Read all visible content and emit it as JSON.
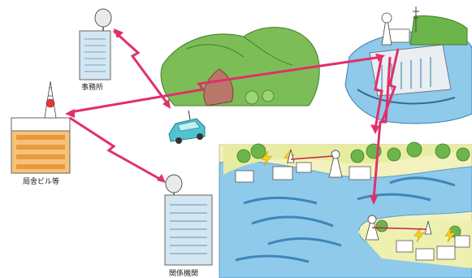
{
  "labels": {
    "office": "事務所",
    "station": "局舎ビル等",
    "agency": "関係機関"
  },
  "colors": {
    "link": "#e0306a",
    "sky_water": "#8ec9ec",
    "mountain": "#6fb04b",
    "building_blue": "#cfe3ef",
    "building_orange": "#f2a24a",
    "car": "#4fc4d0",
    "land": "#f4f1b8"
  },
  "icons": [
    "parabolic-antenna-icon",
    "radio-tower-icon",
    "dam-icon",
    "car-icon",
    "house-icon",
    "mountain-icon"
  ]
}
